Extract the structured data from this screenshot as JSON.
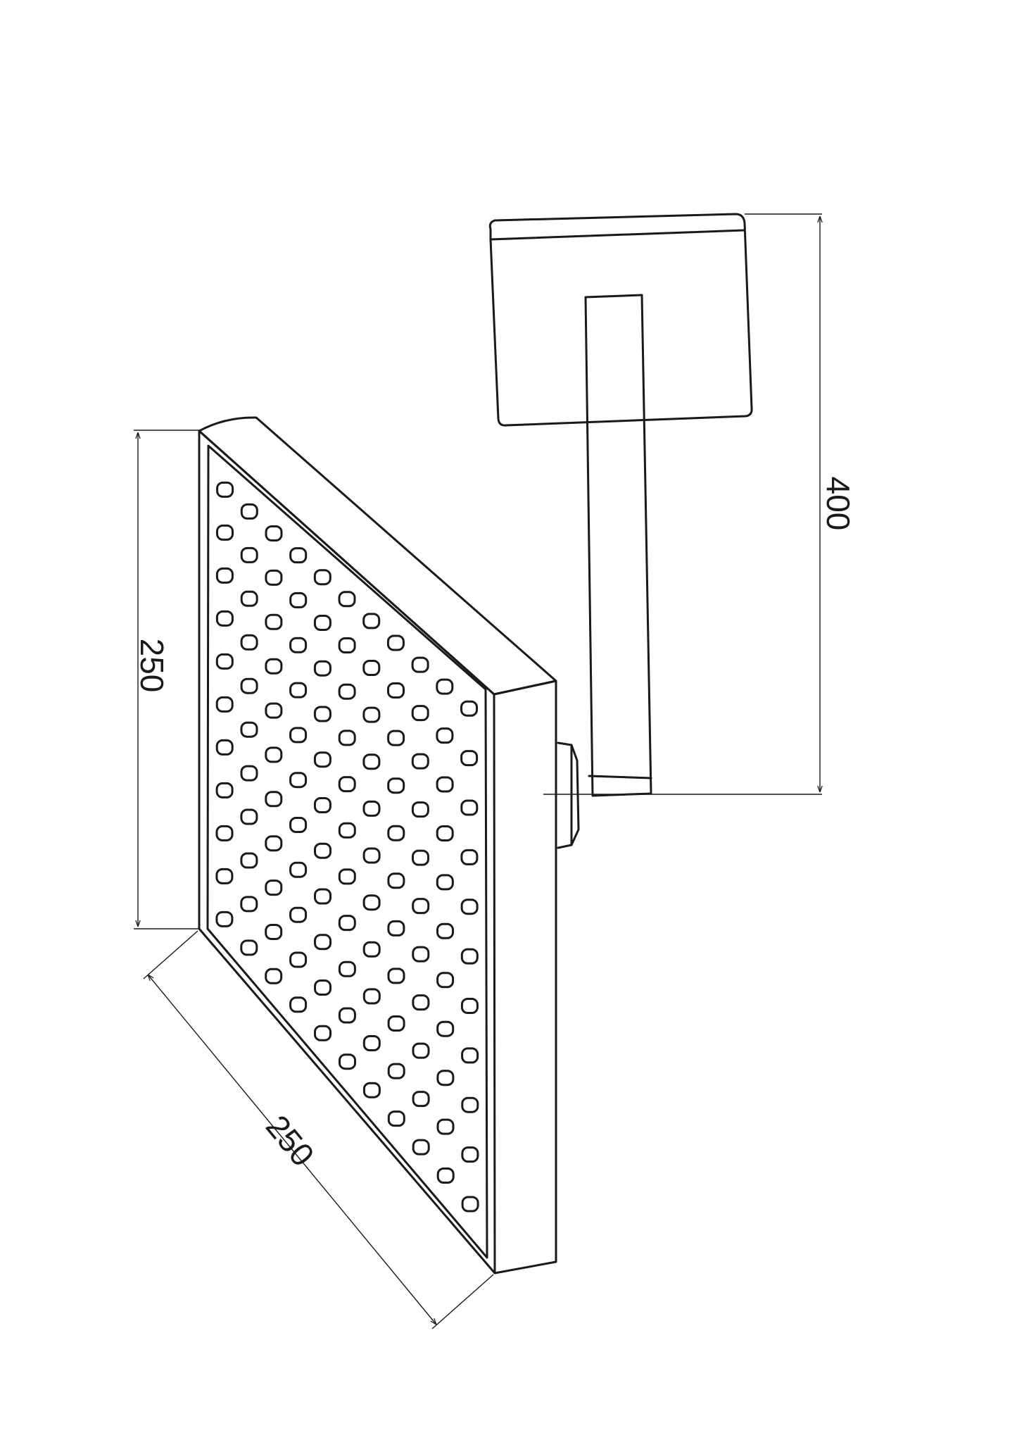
{
  "dimensions": {
    "arm_length": "400",
    "head_height": "250",
    "head_width": "250"
  }
}
